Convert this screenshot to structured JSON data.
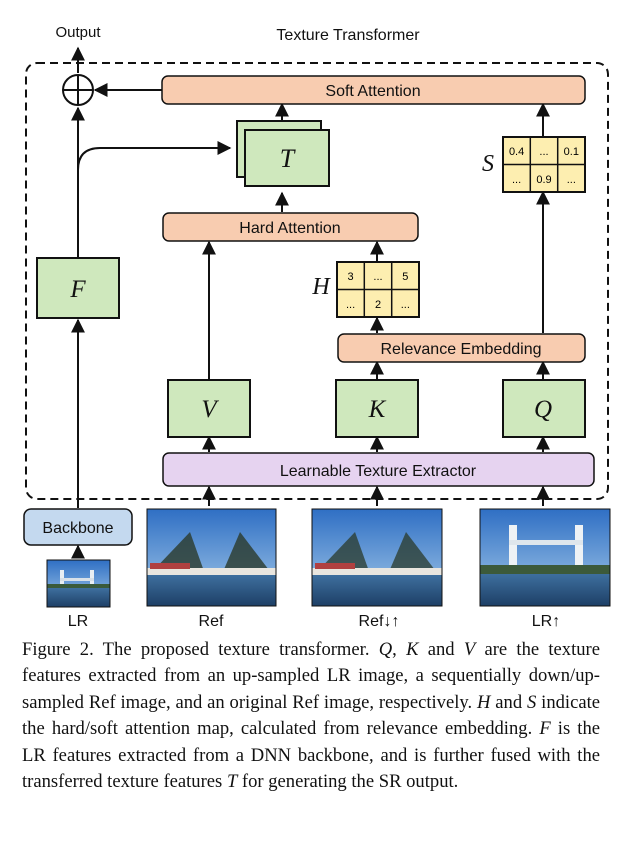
{
  "title": "Texture Transformer",
  "output_label": "Output",
  "blocks": {
    "soft_attention": "Soft Attention",
    "hard_attention": "Hard Attention",
    "relevance_embedding": "Relevance Embedding",
    "texture_extractor": "Learnable Texture Extractor",
    "backbone": "Backbone"
  },
  "symbols": {
    "T": "T",
    "S": "S",
    "H": "H",
    "F": "F",
    "V": "V",
    "K": "K",
    "Q": "Q"
  },
  "s_map": [
    [
      "0.4",
      "...",
      "0.1"
    ],
    [
      "...",
      "0.9",
      "..."
    ]
  ],
  "h_map": [
    [
      "3",
      "...",
      "5"
    ],
    [
      "...",
      "2",
      "..."
    ]
  ],
  "image_labels": {
    "lr": "LR",
    "ref": "Ref",
    "ref_du": "Ref↓↑",
    "lr_up": "LR↑"
  },
  "caption": {
    "lead": "Figure 2. The proposed texture transformer. ",
    "q": "Q",
    "comma1": ", ",
    "k": "K",
    "and1": " and ",
    "v": "V",
    "part1": " are the texture features extracted from an up-sampled LR image, a sequentially down/up-sampled Ref image, and an original Ref image, respectively. ",
    "h": "H",
    "and2": " and ",
    "s": "S",
    "part2": " indicate the hard/soft attention map, calculated from relevance embedding. ",
    "f": "F",
    "part3": " is the LR features extracted from a DNN backbone, and is further fused with the transferred texture features ",
    "t": "T",
    "part4": " for generating the SR output."
  }
}
